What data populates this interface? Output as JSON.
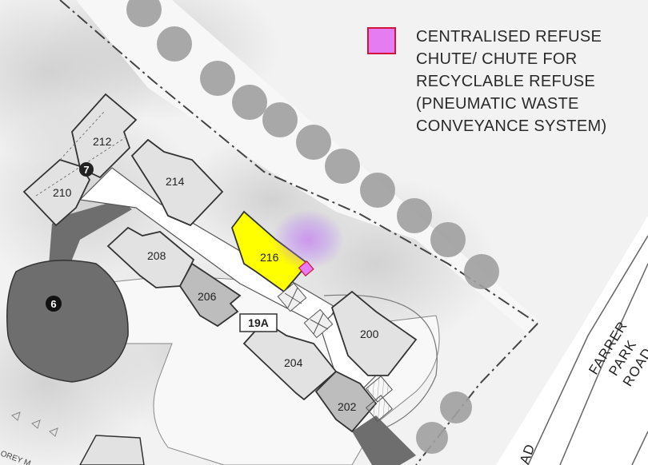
{
  "legend": {
    "text": "CENTRALISED REFUSE\nCHUTE/ CHUTE FOR\nRECYCLABLE REFUSE\n(PNEUMATIC WASTE\nCONVEYANCE SYSTEM)",
    "swatch_color": "#e57cf2",
    "swatch_border": "#d0143c"
  },
  "blocks": {
    "b210": "210",
    "b212": "212",
    "b214": "214",
    "b216": "216",
    "b208": "208",
    "b206": "206",
    "b204": "204",
    "b202": "202",
    "b200": "200"
  },
  "markers": {
    "m7": "7",
    "m6": "6"
  },
  "badge": "19A",
  "road_label": {
    "line1": "FARRER",
    "line2": "PARK",
    "line3": "ROAD"
  },
  "partial_labels": {
    "road_bottom": "AD",
    "road_left": "OREY M"
  },
  "colors": {
    "highlight": "#ffff00",
    "chute": "#e57cf2",
    "block_fill": "#e2e2e2",
    "block_dark": "#bdbdbd",
    "tree": "#9d9d9d",
    "dark_area": "#6e6e6e"
  }
}
